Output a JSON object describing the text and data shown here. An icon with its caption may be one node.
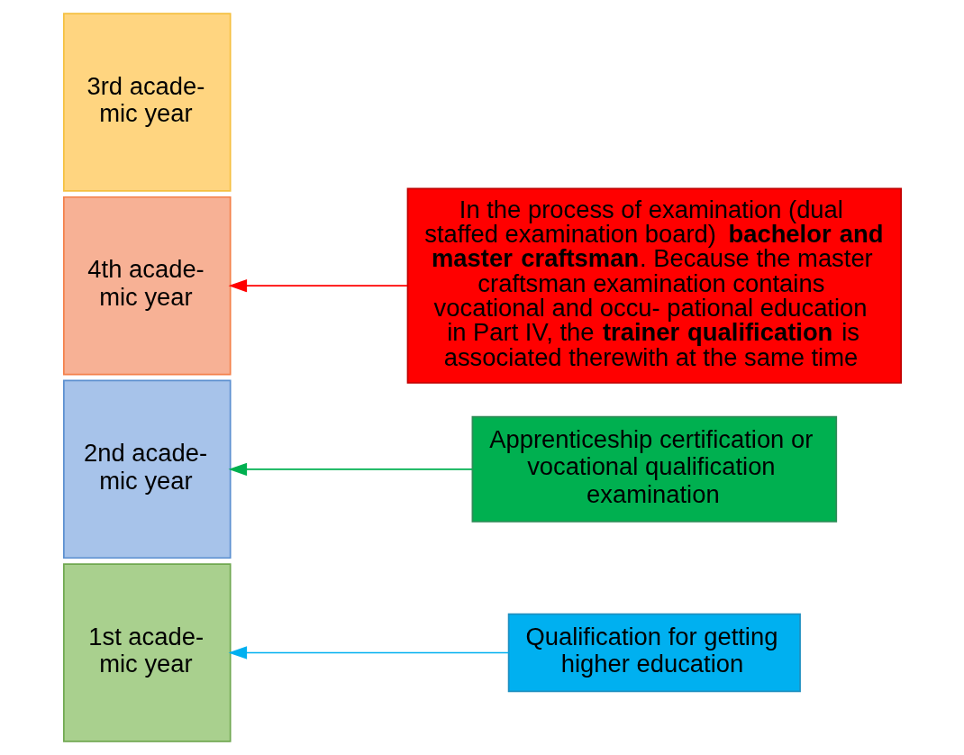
{
  "diagram": {
    "nodes": [
      {
        "text": [
          "4th acade- mic year"
        ]
      },
      {
        "text": [
          "3rd acade- mic year"
        ]
      },
      {
        "text": [
          "2nd acade- mic year"
        ]
      },
      {
        "text": [
          "1st acade- mic year"
        ]
      },
      {
        "text": [
          "In the process of examination (dual staffed examination board) **bachelor and master craftsman**. Because the master craftsman examination contains vocational and occu- pational education in Part IV, the **trainer qualification** is associated therewith at the same time"
        ]
      },
      {
        "text": [
          "Apprenticeship certification or vocational qualification examination"
        ]
      },
      {
        "text": [
          "Qualification for getting higher education"
        ]
      }
    ],
    "edges": [
      {
        "from": 4,
        "to": 0,
        "arrow": "to",
        "color": "#ff0000"
      },
      {
        "from": 5,
        "to": 2,
        "arrow": "to",
        "color": "#00b050"
      },
      {
        "from": 6,
        "to": 3,
        "arrow": "to",
        "color": "#00b0f0"
      }
    ]
  }
}
